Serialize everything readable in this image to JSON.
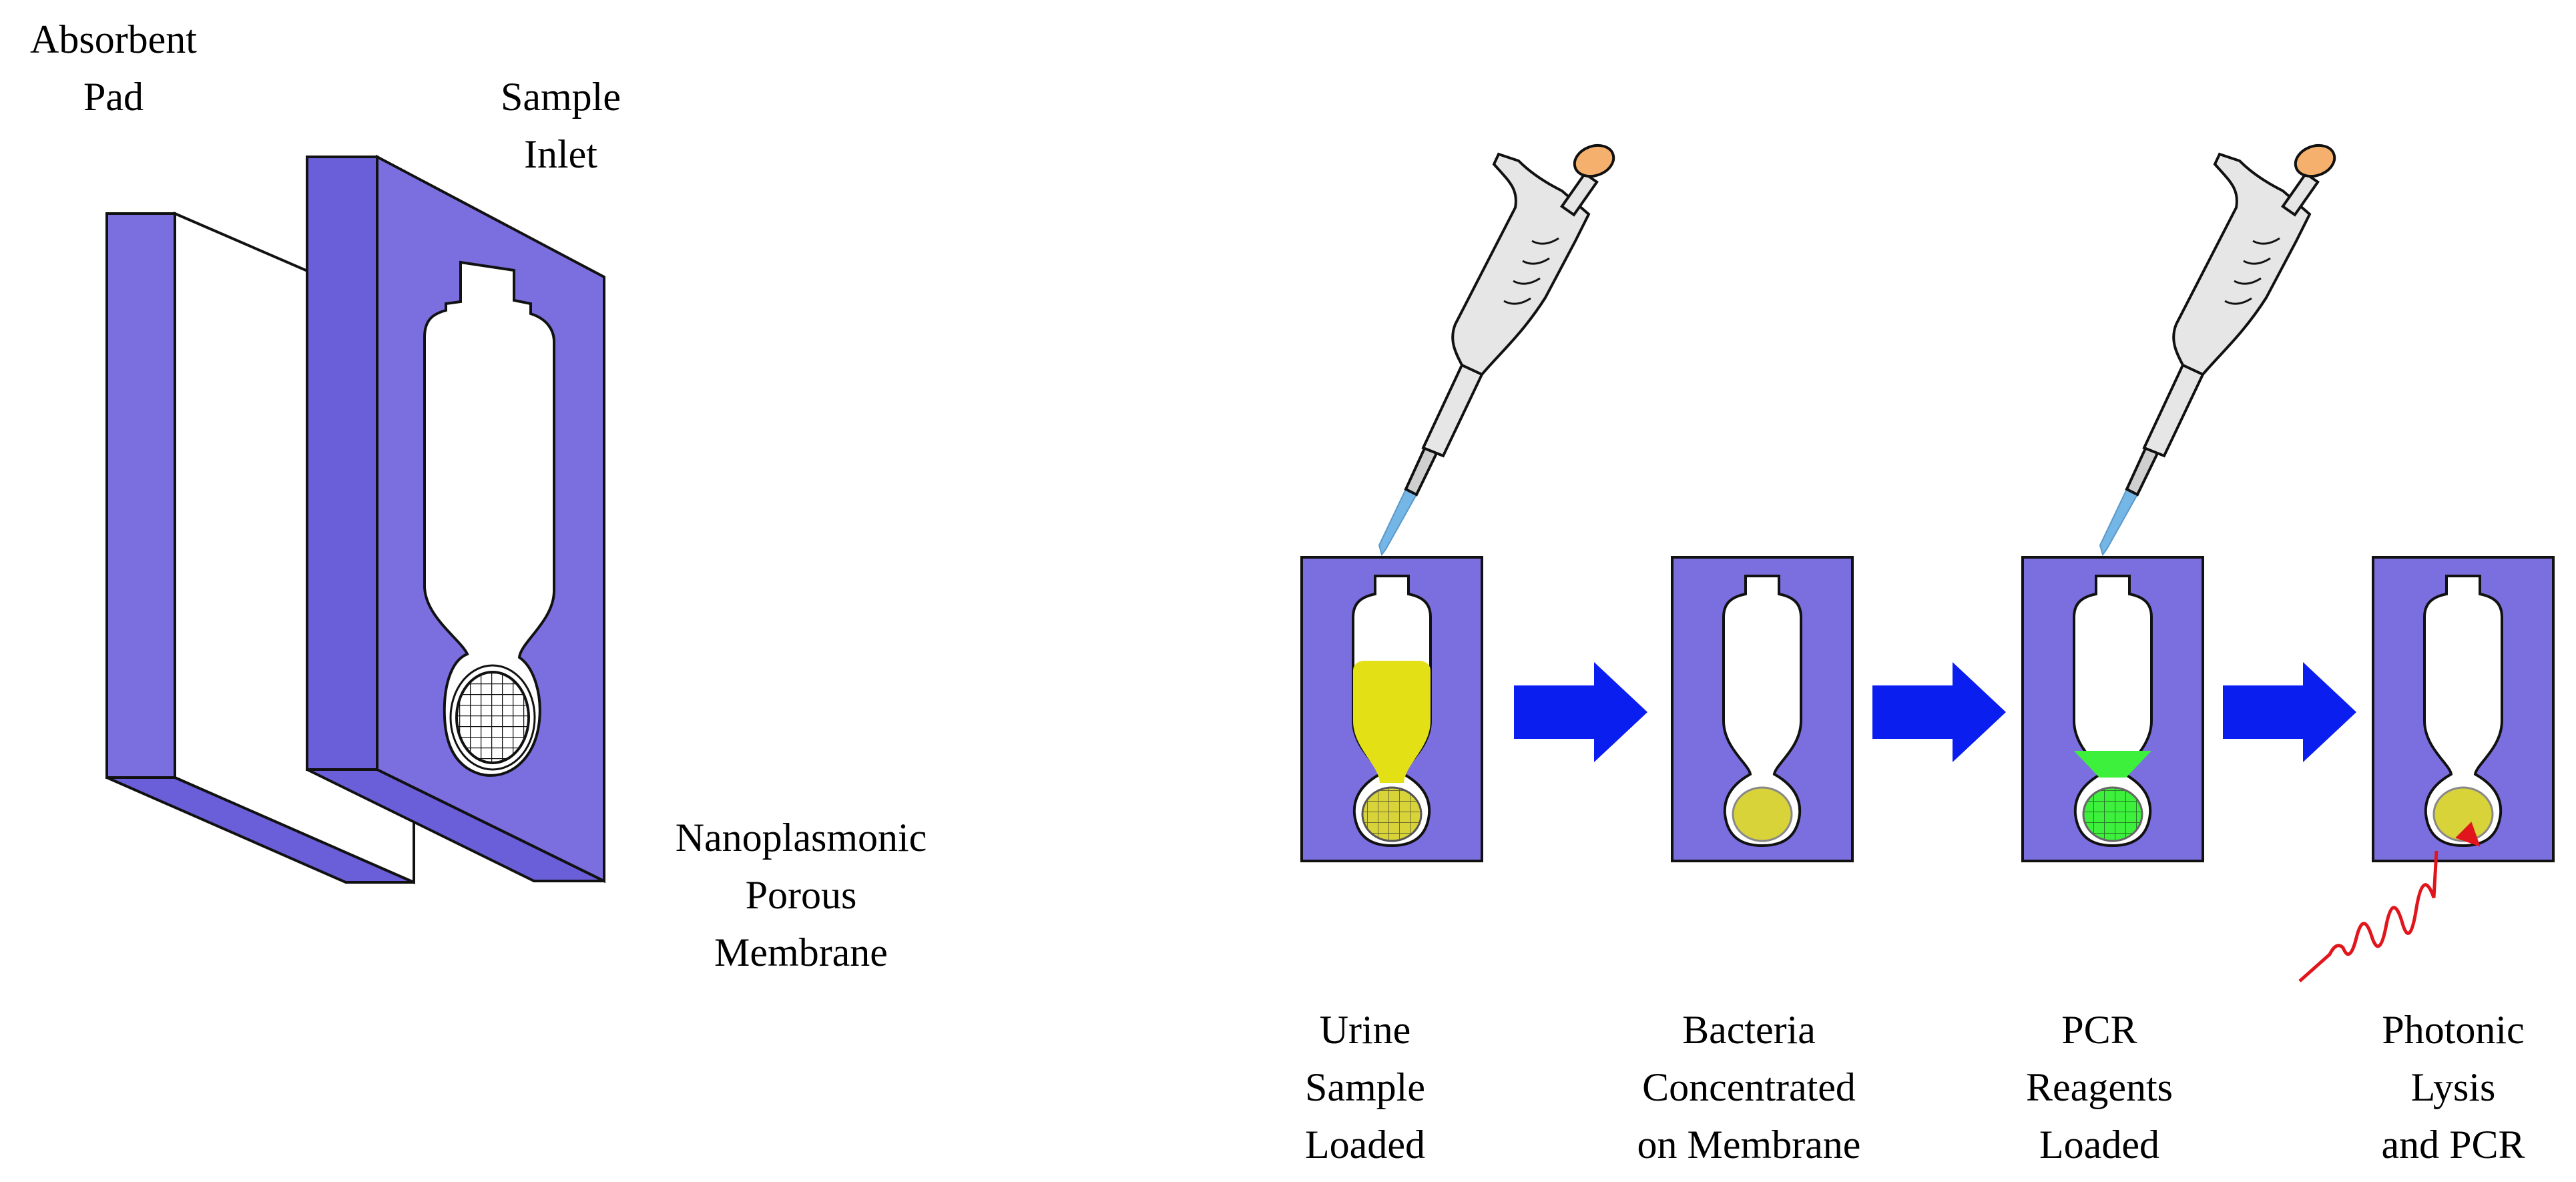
{
  "colors": {
    "device_purple": "#7B6FE0",
    "device_purple_dark": "#5C52C4",
    "outline": "#111111",
    "arrow_blue": "#0A1EF0",
    "urine_yellow": "#E3E016",
    "membrane_yellow": "#D9D33A",
    "reagent_green": "#3CF03C",
    "pipette_gray": "#E6E6E6",
    "pipette_tip_blue": "#74B6E6",
    "plunger_orange": "#F5B06E",
    "laser_red": "#E0161C"
  },
  "exploded_view": {
    "absorbent_pad_label": [
      "Absorbent",
      "Pad"
    ],
    "sample_inlet_label": [
      "Sample",
      "Inlet"
    ],
    "membrane_label": [
      "Nanoplasmonic",
      "Porous",
      "Membrane"
    ]
  },
  "steps": [
    {
      "label": [
        "Urine",
        "Sample",
        "Loaded"
      ],
      "fill": "urine",
      "pipette": true
    },
    {
      "label": [
        "Bacteria",
        "Concentrated",
        "on Membrane"
      ],
      "fill": "membrane",
      "pipette": false
    },
    {
      "label": [
        "PCR",
        "Reagents",
        "Loaded"
      ],
      "fill": "reagent",
      "pipette": true
    },
    {
      "label": [
        "Photonic",
        "Lysis",
        "and PCR"
      ],
      "fill": "laser",
      "pipette": false
    }
  ],
  "icons": {
    "pipette": "pipette-icon",
    "arrow": "right-arrow-icon",
    "laser": "light-wave-icon"
  }
}
